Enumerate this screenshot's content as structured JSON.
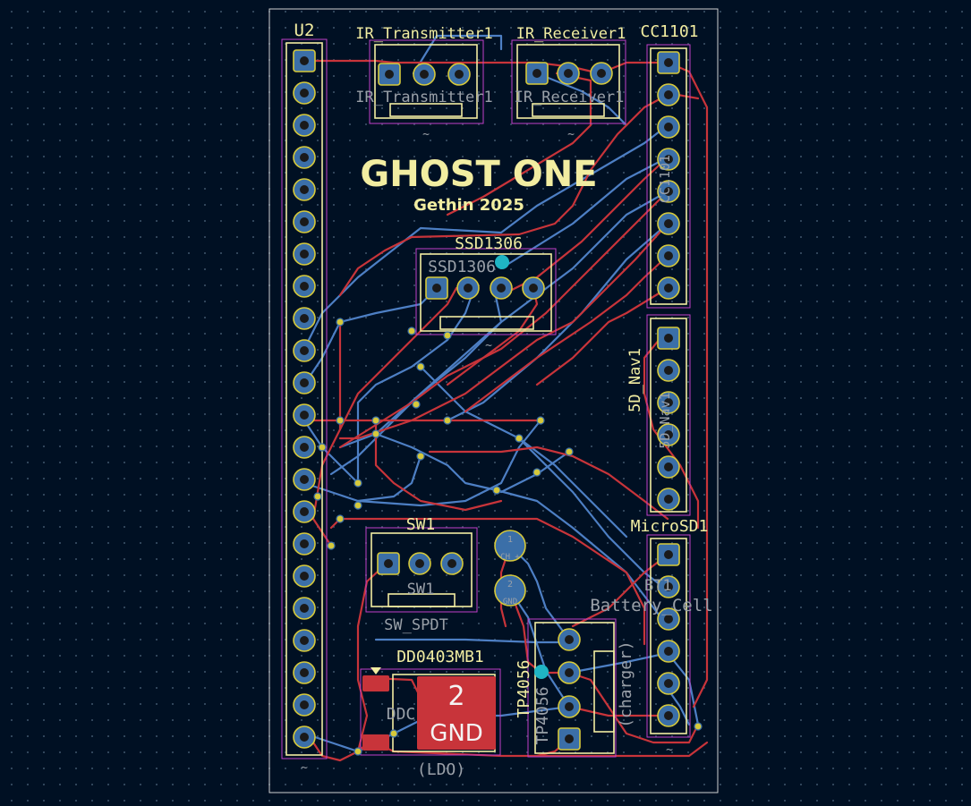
{
  "board": {
    "title": "GHOST ONE",
    "subtitle": "Gethin 2025"
  },
  "components": {
    "u2": {
      "ref": "U2",
      "tilde": "~"
    },
    "ir_tx": {
      "ref": "IR_Transmitter1",
      "value": "IR_Transmitter1",
      "tilde": "~"
    },
    "ir_rx": {
      "ref": "IR_Receiver1",
      "value": "IR_Receiver1",
      "tilde": "~"
    },
    "cc1101": {
      "ref": "CC1101",
      "value": "CC1101"
    },
    "ssd1306": {
      "ref": "SSD1306",
      "value": "SSD1306",
      "tilde": "~"
    },
    "nav": {
      "ref": "5D_Nav1",
      "value": "5D_Nav1"
    },
    "microsd": {
      "ref": "MicroSD1",
      "tilde": "~"
    },
    "sw1": {
      "ref": "SW1",
      "value": "SW1",
      "part": "SW_SPDT"
    },
    "bt": {
      "ref": "BT1",
      "value": "Battery_Cell",
      "pad1": "1",
      "pad1_label": "CH +",
      "pad2": "2",
      "pad2_label": "GND"
    },
    "dd": {
      "ref": "DD0403MB1",
      "value": "DDC",
      "note": "(LDO)",
      "pad_num": "2",
      "pad_net": "GND"
    },
    "tp": {
      "ref": "TP4056",
      "value": "TP4056",
      "note": "(charger)"
    }
  }
}
